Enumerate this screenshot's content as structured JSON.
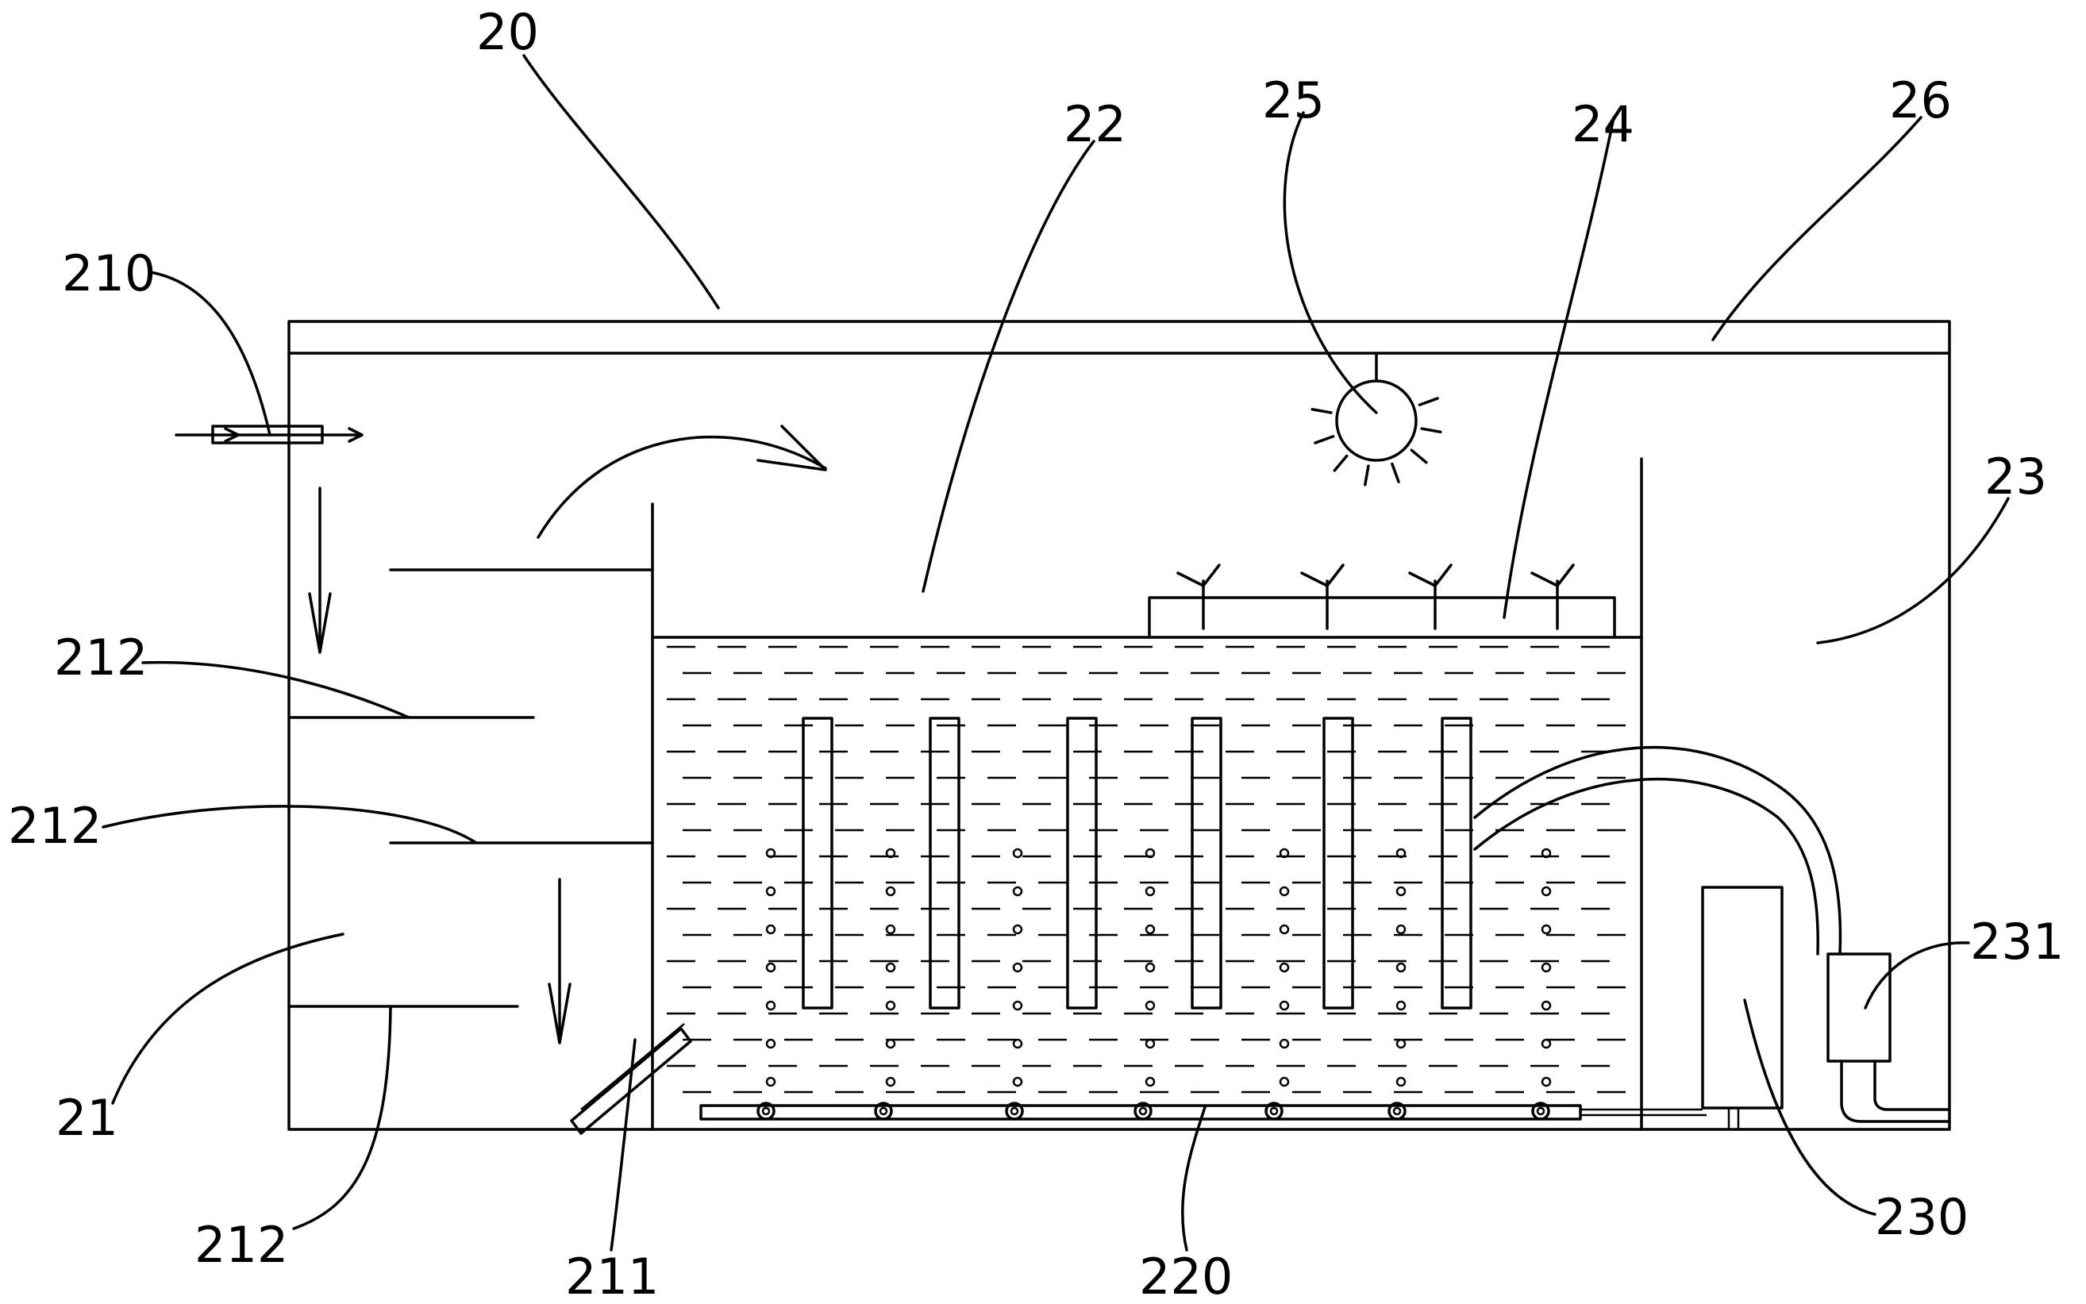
{
  "labels": {
    "l20": "20",
    "l22": "22",
    "l25": "25",
    "l24": "24",
    "l26": "26",
    "l210": "210",
    "l23": "23",
    "l212a": "212",
    "l212b": "212",
    "l212c": "212",
    "l21": "21",
    "l231": "231",
    "l230": "230",
    "l211": "211",
    "l220": "220"
  }
}
